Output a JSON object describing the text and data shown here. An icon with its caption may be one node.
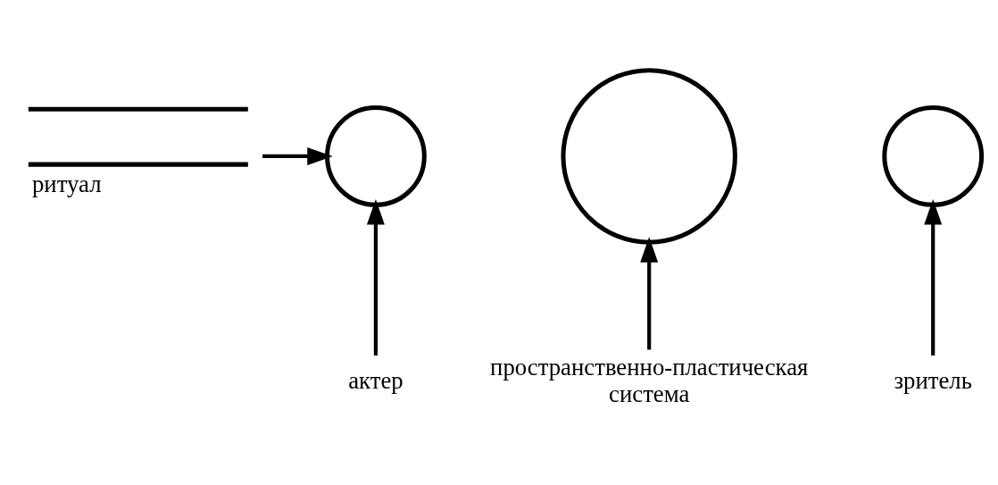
{
  "diagram": {
    "nodes": [
      {
        "text": [
          "ритуал"
        ]
      },
      {
        "text": [],
        "shape": "circle"
      },
      {
        "text": [],
        "shape": "circle"
      },
      {
        "text": [],
        "shape": "circle"
      },
      {
        "text": [
          "актер"
        ]
      },
      {
        "text": [
          "пространственно-пластическая система"
        ]
      },
      {
        "text": [
          "зритель"
        ]
      }
    ],
    "edges": [
      {
        "from": 0,
        "to": 1,
        "arrow": "to"
      },
      {
        "from": 4,
        "to": 1,
        "arrow": "to"
      },
      {
        "from": 5,
        "to": 2,
        "arrow": "to"
      },
      {
        "from": 6,
        "to": 3,
        "arrow": "to"
      }
    ]
  }
}
